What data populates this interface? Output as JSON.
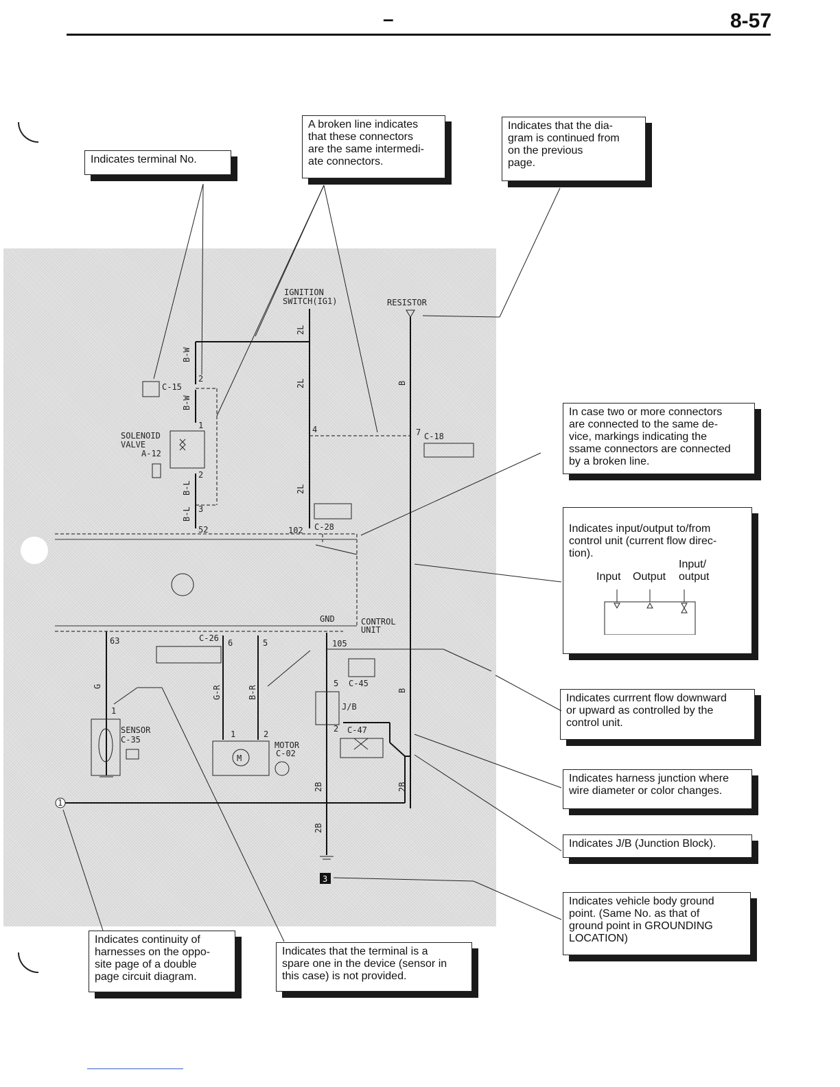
{
  "page": {
    "number": "8-57",
    "header_mark": "–"
  },
  "callouts": {
    "terminal_no": "Indicates terminal No.",
    "broken_line": "A broken line indicates\nthat these connectors\nare the same intermedi-\nate connectors.",
    "continued": "Indicates that the dia-\ngram is continued from\non the previous\npage.",
    "two_connectors": "In case two or more connectors\nare connected to the same de-\nvice, markings indicating the\nssame connectors are connected\nby a broken line.",
    "io_title": "Indicates input/output to/from\ncontrol unit (current flow direc-\ntion).",
    "io_input": "Input",
    "io_output": "Output",
    "io_inout": "Input/\noutput",
    "current_flow": "Indicates currrent flow downward\nor upward as    controlled by the\ncontrol unit.",
    "harness_junction": "Indicates harness junction where\nwire diameter or color changes.",
    "jb": "Indicates J/B (Junction Block).",
    "ground_point": "Indicates vehicle body ground\npoint. (Same No. as that of\nground point in GROUNDING\nLOCATION)",
    "continuity": "Indicates continuity of\nharnesses on the oppo-\nsite page of a double\npage circuit diagram.",
    "spare_terminal": "Indicates that the terminal is a\nspare one in the device (sensor in\nthis case) is not provided."
  },
  "diagram": {
    "ignition": "IGNITION",
    "ignition_sub": "SWITCH(IG1)",
    "resistor": "RESISTOR",
    "solenoid": "SOLENOID",
    "valve": "VALVE",
    "a12": "A-12",
    "c15": "C-15",
    "c18": "C-18",
    "c28": "C-28",
    "c26": "C-26",
    "c45": "C-45",
    "c47": "C-47",
    "c02": "C-02",
    "c35": "C-35",
    "jb": "J/B",
    "gnd": "GND",
    "control": "CONTROL",
    "unit": "UNIT",
    "sensor": "SENSOR",
    "motor": "MOTOR",
    "w_bw": "B-W",
    "w_bl": "B-L",
    "w_2l": "2L",
    "w_b": "B",
    "w_g": "G",
    "w_gr": "G-R",
    "w_br": "B-R",
    "w_2b": "2B",
    "t2": "2",
    "t1": "1",
    "t3": "3",
    "t4": "4",
    "t7": "7",
    "t52": "52",
    "t102": "102",
    "t63": "63",
    "t6": "6",
    "t5": "5",
    "t105": "105",
    "ground_no": "3",
    "cont_no": "1"
  }
}
